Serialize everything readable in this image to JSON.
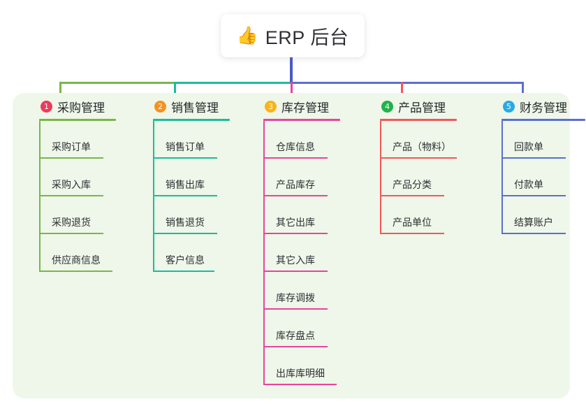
{
  "root": {
    "icon": "thumbs-up-icon",
    "emoji": "👍",
    "title": "ERP 后台"
  },
  "theme": {
    "panel_bg": "#eef7e9",
    "page_bg": "#ffffff",
    "stem_color": "#4a5bc4",
    "text_color": "#2d2f33"
  },
  "connectors": {
    "bar_left_color": "#7ab648",
    "bar_mid_color": "#1bbc9b",
    "bar_right_color": "#5a6fd0",
    "stem_color": "#4a5bc4"
  },
  "columns": [
    {
      "number": "1",
      "badge_color": "#ee3a5d",
      "line_color": "#7ab648",
      "title": "采购管理",
      "items": [
        "采购订单",
        "采购入库",
        "采购退货",
        "供应商信息"
      ]
    },
    {
      "number": "2",
      "badge_color": "#f6921e",
      "line_color": "#1bbc9b",
      "title": "销售管理",
      "items": [
        "销售订单",
        "销售出库",
        "销售退货",
        "客户信息"
      ]
    },
    {
      "number": "3",
      "badge_color": "#fbb316",
      "line_color": "#e8449b",
      "title": "库存管理",
      "items": [
        "仓库信息",
        "产品库存",
        "其它出库",
        "其它入库",
        "库存调拨",
        "库存盘点",
        "出库库明细"
      ]
    },
    {
      "number": "4",
      "badge_color": "#22b14c",
      "line_color": "#f4565a",
      "title": "产品管理",
      "items": [
        "产品（物料）",
        "产品分类",
        "产品单位"
      ]
    },
    {
      "number": "5",
      "badge_color": "#29aae2",
      "line_color": "#5a6fd0",
      "title": "财务管理",
      "items": [
        "回款单",
        "付款单",
        "结算账户"
      ]
    }
  ]
}
